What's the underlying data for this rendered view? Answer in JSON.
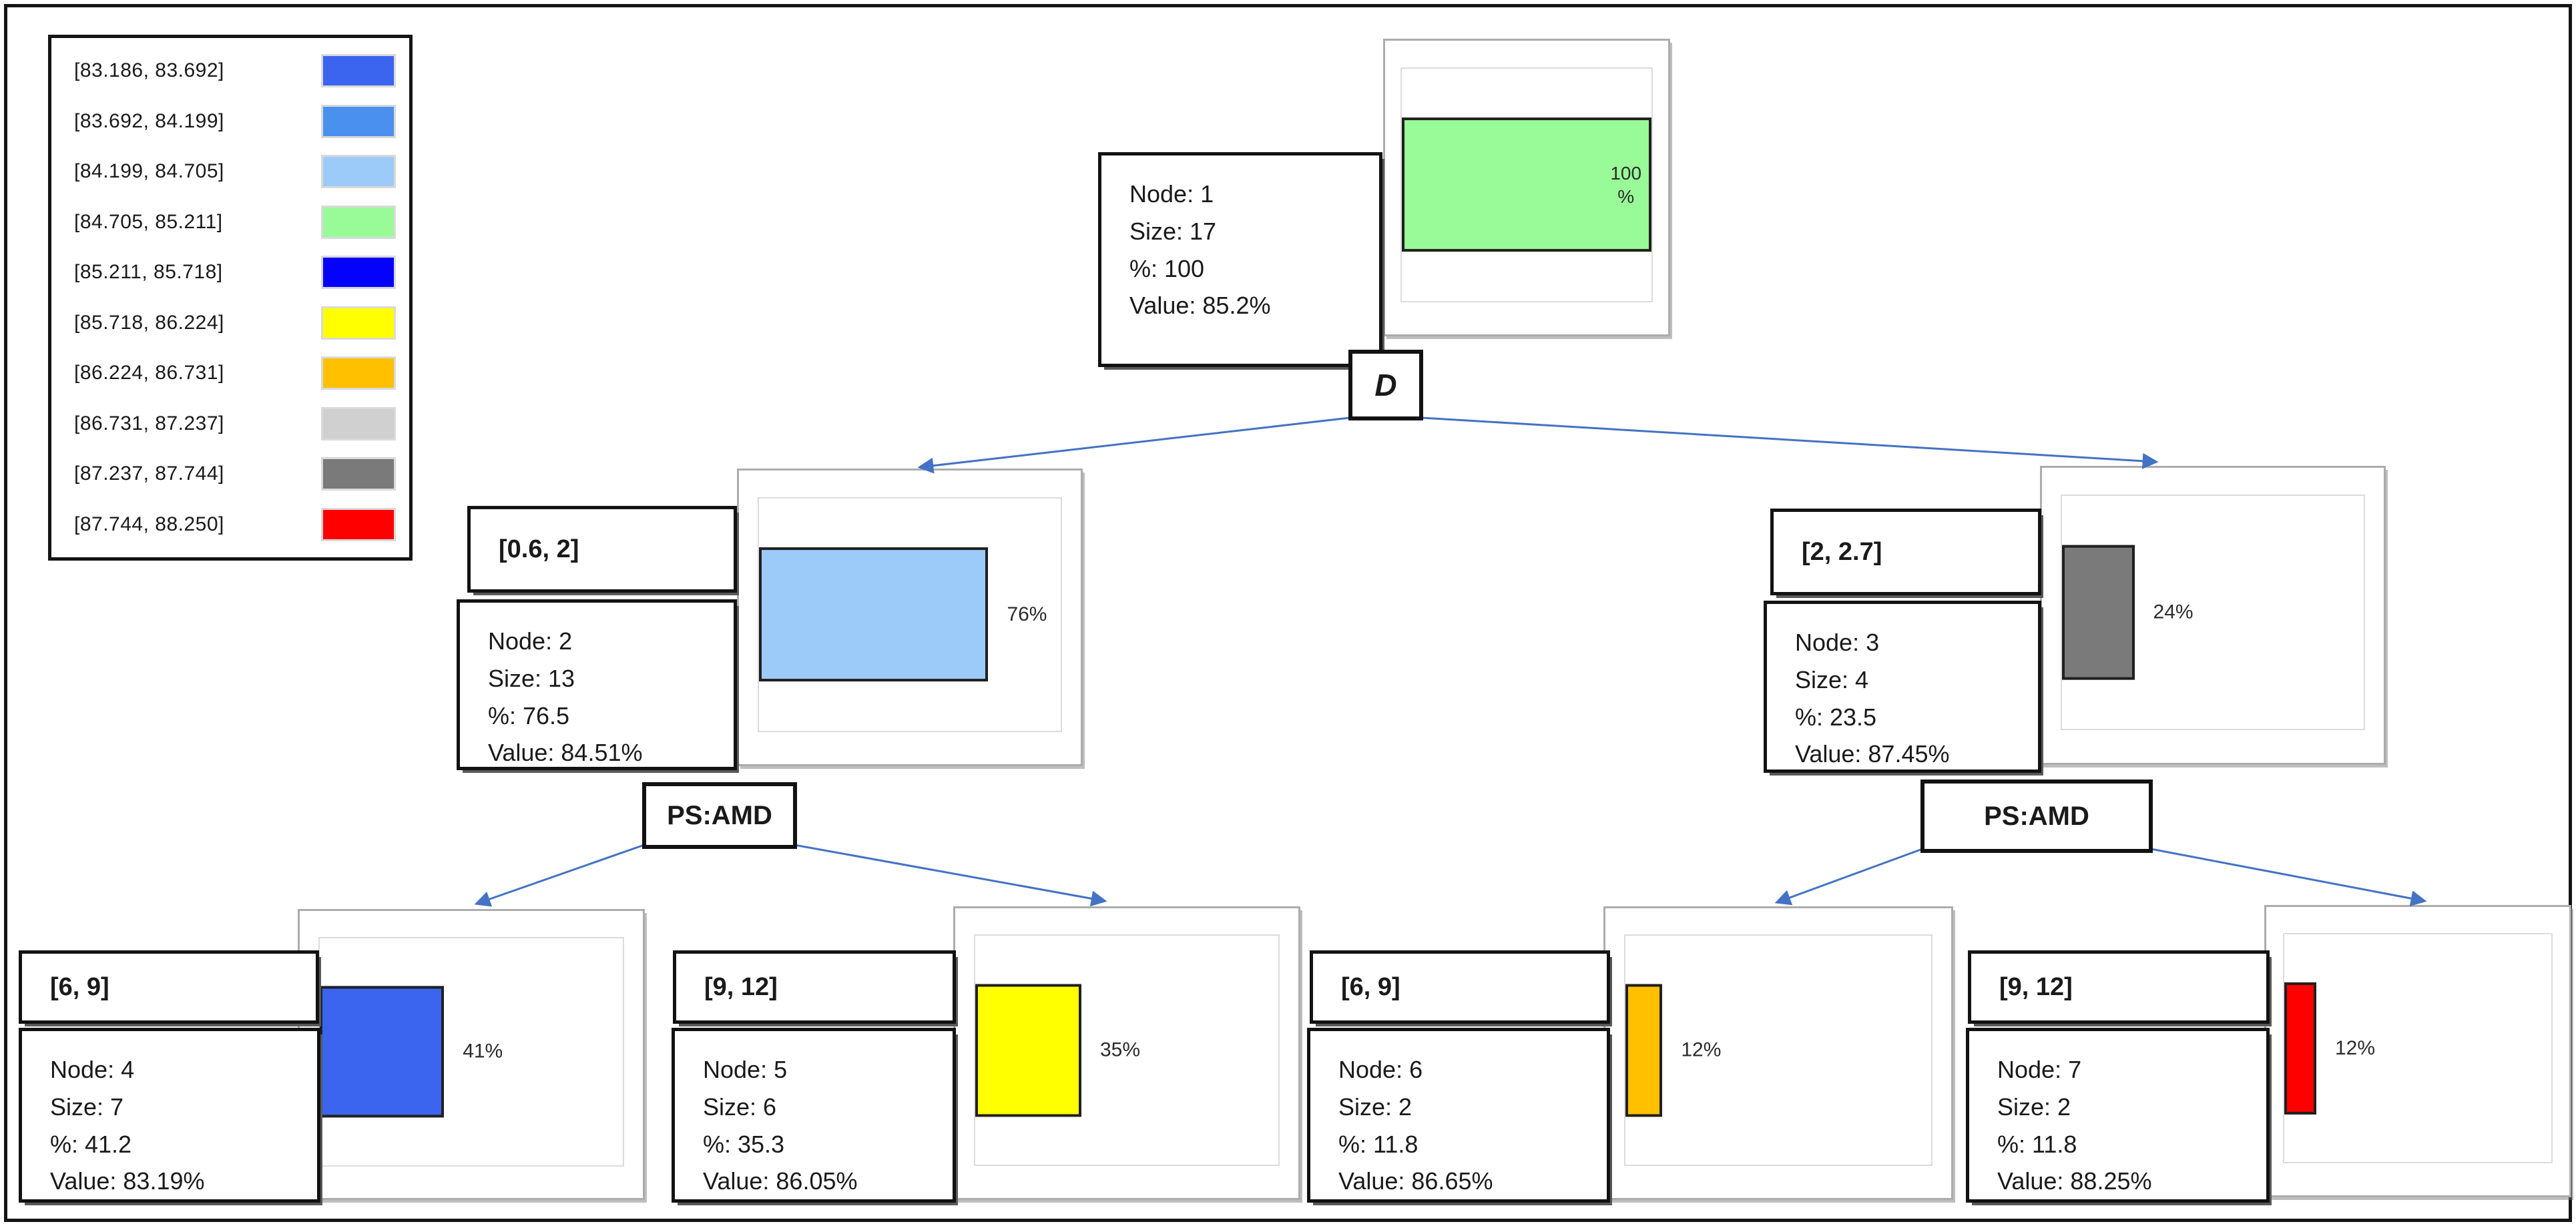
{
  "colors": {
    "arrow": "#4472C4",
    "bar_border": "#202020",
    "box_border": "#121212",
    "chart_border": "#ACACAC",
    "plot_border": "#DCDCDC",
    "shadow": "#595959"
  },
  "legend": {
    "items": [
      {
        "label": "[83.186, 83.692]",
        "color": "#3B64EF"
      },
      {
        "label": "[83.692, 84.199]",
        "color": "#4A90EE"
      },
      {
        "label": "[84.199, 84.705]",
        "color": "#9DCBF9"
      },
      {
        "label": "[84.705, 85.211]",
        "color": "#98FB98"
      },
      {
        "label": "[85.211, 85.718]",
        "color": "#0402FA"
      },
      {
        "label": "[85.718, 86.224]",
        "color": "#FFFF00"
      },
      {
        "label": "[86.224, 86.731]",
        "color": "#FFC000"
      },
      {
        "label": "[86.731, 87.237]",
        "color": "#D0D0D0"
      },
      {
        "label": "[87.237, 87.744]",
        "color": "#7A7A7A"
      },
      {
        "label": "[87.744, 88.250]",
        "color": "#FE0000"
      }
    ]
  },
  "splits": {
    "root": "D",
    "left": "PS:AMD",
    "right": "PS:AMD"
  },
  "nodes": [
    {
      "edge_label": "",
      "lines": [
        "Node: 1",
        "Size: 17",
        "%: 100",
        "Value: 85.2%"
      ],
      "bar": {
        "color": "#98FB98",
        "width_pct": 100,
        "label": "100 %"
      }
    },
    {
      "edge_label": "[0.6, 2]",
      "lines": [
        "Node: 2",
        "Size: 13",
        "%: 76.5",
        "Value: 84.51%"
      ],
      "bar": {
        "color": "#9DCBF9",
        "width_pct": 76,
        "label": "76%"
      }
    },
    {
      "edge_label": "[2, 2.7]",
      "lines": [
        "Node: 3",
        "Size: 4",
        "%: 23.5",
        "Value: 87.45%"
      ],
      "bar": {
        "color": "#7A7A7A",
        "width_pct": 24,
        "label": "24%"
      }
    },
    {
      "edge_label": "[6, 9]",
      "lines": [
        "Node: 4",
        "Size: 7",
        "%: 41.2",
        "Value: 83.19%"
      ],
      "bar": {
        "color": "#3B64EF",
        "width_pct": 41,
        "label": "41%"
      }
    },
    {
      "edge_label": "[9, 12]",
      "lines": [
        "Node: 5",
        "Size: 6",
        "%: 35.3",
        "Value: 86.05%"
      ],
      "bar": {
        "color": "#FFFF00",
        "width_pct": 35,
        "label": "35%"
      }
    },
    {
      "edge_label": "[6, 9]",
      "lines": [
        "Node: 6",
        "Size: 2",
        "%: 11.8",
        "Value: 86.65%"
      ],
      "bar": {
        "color": "#FFC000",
        "width_pct": 12,
        "label": "12%"
      }
    },
    {
      "edge_label": "[9, 12]",
      "lines": [
        "Node: 7",
        "Size: 2",
        "%: 11.8",
        "Value: 88.25%"
      ],
      "bar": {
        "color": "#FE0000",
        "width_pct": 12,
        "label": "12%"
      }
    }
  ]
}
